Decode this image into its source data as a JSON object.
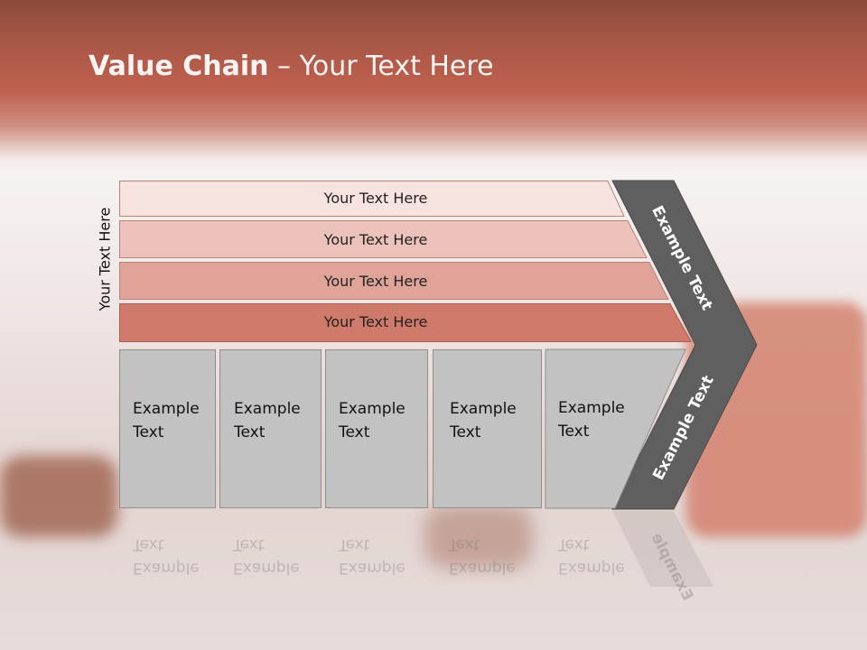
{
  "slide": {
    "title_bold": "Value Chain",
    "title_rest": " – Your Text Here",
    "side_label": "Your Text Here"
  },
  "bands": [
    {
      "label": "Your Text Here",
      "color": "#f7e3df"
    },
    {
      "label": "Your Text Here",
      "color": "#ecc2ba"
    },
    {
      "label": "Your Text Here",
      "color": "#dfa398"
    },
    {
      "label": "Your Text Here",
      "color": "#cf7a6a"
    }
  ],
  "boxes": [
    {
      "label": "Example\nText"
    },
    {
      "label": "Example\nText"
    },
    {
      "label": "Example\nText"
    },
    {
      "label": "Example\nText"
    },
    {
      "label": "Example\nText"
    }
  ],
  "chevron": {
    "upper_label": "Example Text",
    "lower_label": "Example Text",
    "color": "#5f5f5f"
  },
  "reflection": {
    "box_label": "Example\nText",
    "chevron_label": "Example"
  }
}
